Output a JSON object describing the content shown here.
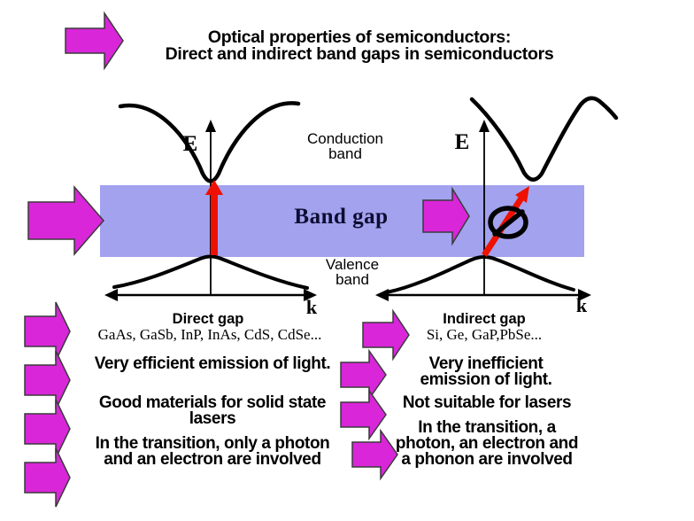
{
  "title": {
    "line1": "Optical properties of semiconductors:",
    "line2": "Direct and indirect band gaps in semiconductors"
  },
  "band_diagram": {
    "energy_axis_label": "E",
    "momentum_axis_label": "k",
    "conduction_band_line1": "Conduction",
    "conduction_band_line2": "band",
    "valence_band_line1": "Valence",
    "valence_band_line2": "band",
    "band_gap_label": "Band gap"
  },
  "direct_gap": {
    "heading": "Direct gap",
    "materials": "GaAs, GaSb, InP, InAs, CdS, CdSe...",
    "points": [
      "Very efficient emission of light.",
      "Good materials for solid state lasers",
      "In the transition, only a photon and an electron are involved"
    ]
  },
  "indirect_gap": {
    "heading": "Indirect gap",
    "materials": "Si, Ge, GaP,PbSe...",
    "points": [
      "Very inefficient emission of light.",
      "Not suitable for lasers",
      "In the transition, a photon, an electron and a phonon are involved"
    ]
  },
  "colors": {
    "block_arrow_magenta": "#d926d9",
    "band_gap_fill": "#a2a2ee",
    "transition_arrow_red": "#ee1100",
    "curve_black": "#000000"
  }
}
